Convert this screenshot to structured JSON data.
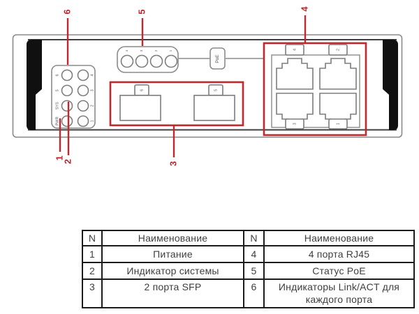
{
  "figure": {
    "callouts": {
      "n1": "1",
      "n2": "2",
      "n3": "3",
      "n4": "4",
      "n5": "5",
      "n6": "6"
    },
    "led_panel": {
      "row_labels_left": [
        "6",
        "5",
        "SYS",
        "PWR"
      ],
      "row_labels_right": [
        "4",
        "3",
        "2",
        "1"
      ]
    },
    "poe_leds": {
      "labels": [
        "4",
        "3",
        "2",
        "1"
      ]
    },
    "poe_badge_label": "PoE",
    "sfp_ports": {
      "labels": [
        "6",
        "5"
      ]
    },
    "rj45_ports": {
      "labels_top": [
        "4",
        "2"
      ],
      "labels_bottom": [
        "3",
        "1"
      ]
    },
    "colors": {
      "callout": "#c1272d",
      "outline": "#8a8a8a",
      "bezel": "#101010"
    }
  },
  "table": {
    "headers": [
      "N",
      "Наименование",
      "N",
      "Наименование"
    ],
    "rows": [
      {
        "n1": "1",
        "name1": "Питание",
        "n2": "4",
        "name2": "4 порта RJ45"
      },
      {
        "n1": "2",
        "name1": "Индикатор системы",
        "n2": "5",
        "name2": "Статус PoE"
      },
      {
        "n1": "3",
        "name1": "2 порта SFP",
        "n2": "6",
        "name2": "Индикаторы Link/ACT для каждого порта"
      }
    ]
  }
}
